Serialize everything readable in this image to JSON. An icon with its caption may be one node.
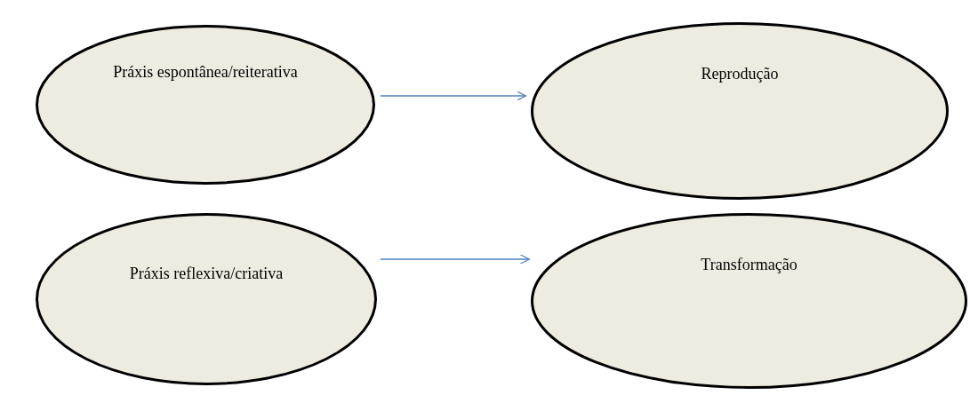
{
  "diagram": {
    "nodes": [
      {
        "text": [
          "Práxis espontânea/reiterativa"
        ]
      },
      {
        "text": [
          "Reprodução"
        ]
      },
      {
        "text": [
          "Práxis reflexiva/criativa"
        ]
      },
      {
        "text": [
          "Transformação"
        ]
      }
    ],
    "edges": [
      {
        "from": 0,
        "to": 1,
        "arrow": "to"
      },
      {
        "from": 2,
        "to": 3,
        "arrow": "to"
      }
    ]
  }
}
